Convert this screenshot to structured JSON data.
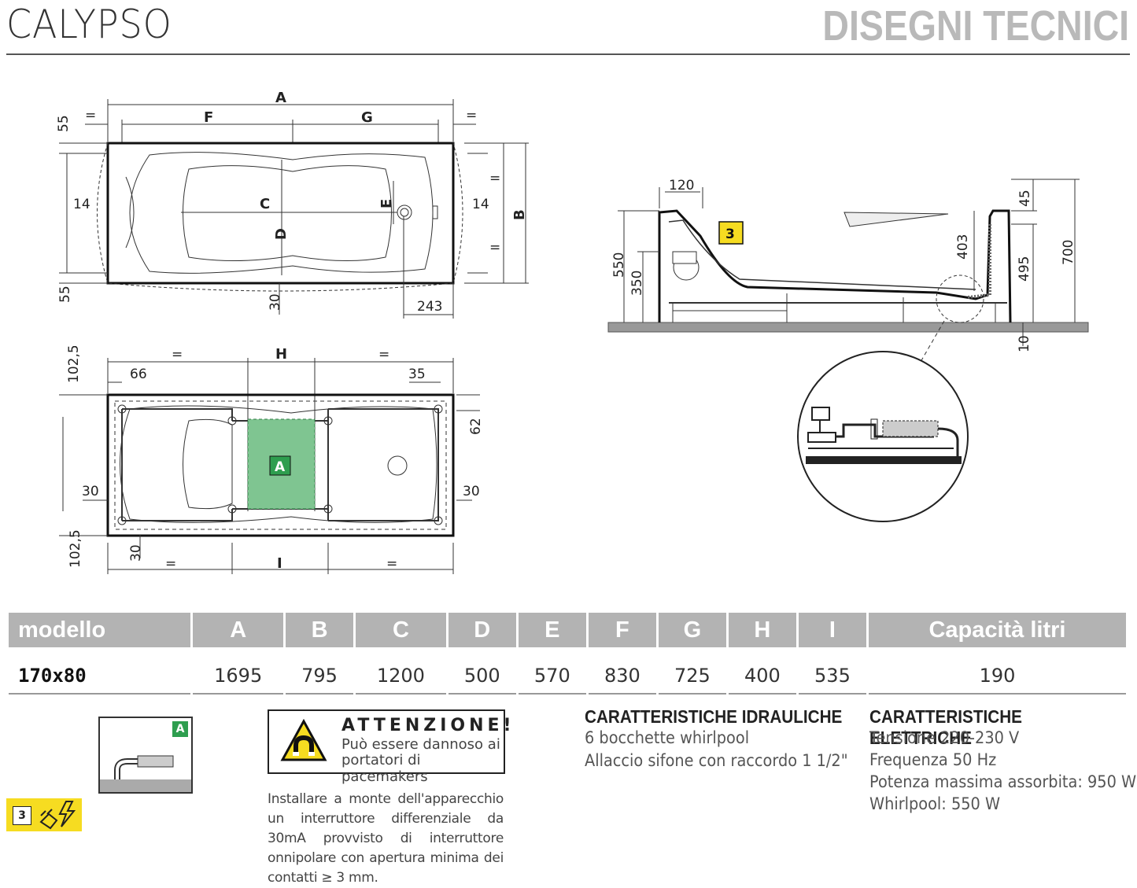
{
  "header": {
    "brand": "CALYPSO",
    "section": "DISEGNI TECNICI"
  },
  "top_view": {
    "labels": [
      "A",
      "F",
      "G",
      "B",
      "C",
      "D",
      "E"
    ],
    "equals": "=",
    "values": {
      "top_edge": "55",
      "bottom_edge": "55",
      "left_side": "14",
      "right_side": "14",
      "rim": "30",
      "drain_offset": "243"
    }
  },
  "frame_view": {
    "labels": [
      "H",
      "I"
    ],
    "area_label": "A",
    "equals": "=",
    "values": {
      "top_gap": "102,5",
      "bottom_gap": "102,5",
      "left_offset": "66",
      "right_offset": "35",
      "right_top": "62",
      "left_side": "30",
      "right_side": "30",
      "foot_offset": "30"
    }
  },
  "side_view": {
    "values": {
      "rim_width": "120",
      "rim_top": "45",
      "total_height": "700",
      "height_550": "550",
      "height_350": "350",
      "depth_403": "403",
      "depth_495": "495",
      "feet": "10"
    },
    "callout": "3"
  },
  "table": {
    "headers": [
      "modello",
      "A",
      "B",
      "C",
      "D",
      "E",
      "F",
      "G",
      "H",
      "I",
      "Capacità litri"
    ],
    "rows": [
      [
        "170x80",
        "1695",
        "795",
        "1200",
        "500",
        "570",
        "830",
        "725",
        "400",
        "535",
        "190"
      ]
    ]
  },
  "warning": {
    "title": "ATTENZIONE!",
    "line1": "Può essere dannoso ai",
    "line2": "portatori di pacemakers",
    "install": "Installare a monte dell'apparecchio un interruttore differenziale da 30mA provvisto di interruttore onnipolare con apertura minima dei contatti ≥ 3 mm."
  },
  "icons": {
    "badge_a": "A",
    "badge_3": "3"
  },
  "hydraulic": {
    "title": "CARATTERISTICHE IDRAULICHE",
    "lines": [
      "6 bocchette whirlpool",
      "Allaccio sifone con raccordo 1 1/2\""
    ]
  },
  "electrical": {
    "title": "CARATTERISTICHE ELETTRICHE",
    "lines": [
      "Tensione 220-230 V",
      "Frequenza 50 Hz",
      "Potenza massima assorbita: 950 W",
      "Whirlpool: 550 W"
    ]
  }
}
